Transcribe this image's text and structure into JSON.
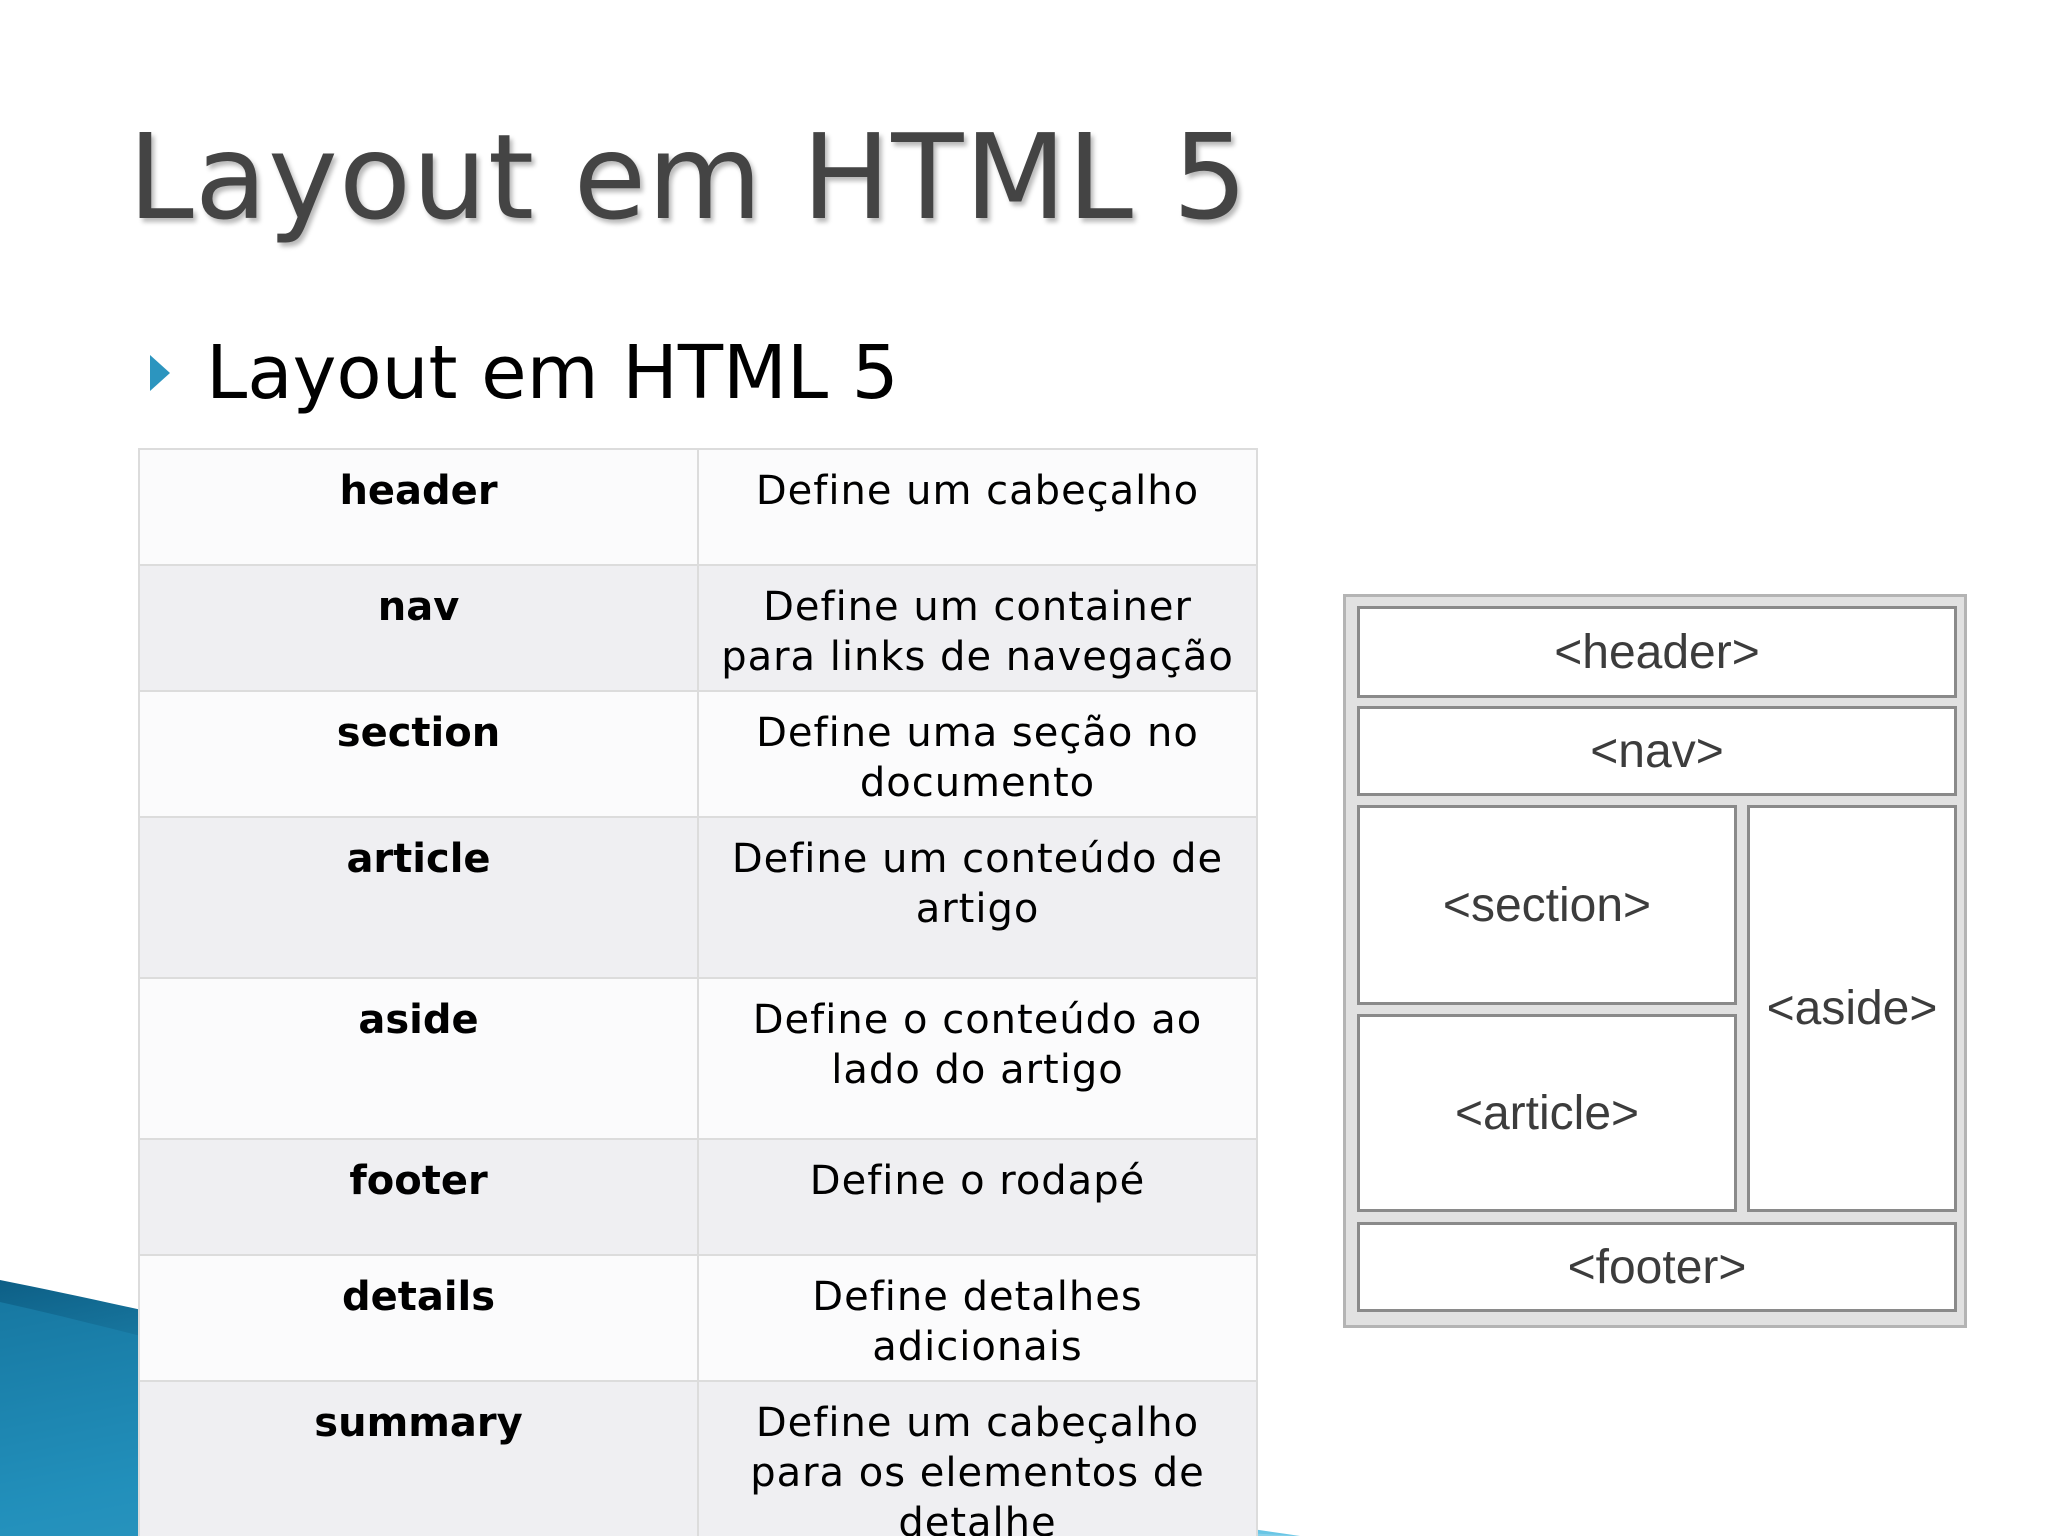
{
  "slide": {
    "title": "Layout em HTML 5",
    "bullet": "Layout em HTML 5",
    "colors": {
      "title_text": "#444444",
      "bullet_icon": "#2c95bf",
      "swoosh_blue": "#1f7fa6",
      "swoosh_dark": "#0a0a0a"
    }
  },
  "table": {
    "rows": [
      {
        "tag": "header",
        "description": "Define um cabeçalho"
      },
      {
        "tag": "nav",
        "description": "Define um container para links de navegação"
      },
      {
        "tag": "section",
        "description": "Define uma seção no documento"
      },
      {
        "tag": "article",
        "description": "Define um conteúdo de artigo"
      },
      {
        "tag": "aside",
        "description": "Define o conteúdo ao lado do artigo"
      },
      {
        "tag": "footer",
        "description": "Define o rodapé"
      },
      {
        "tag": "details",
        "description": "Define detalhes adicionais"
      },
      {
        "tag": "summary",
        "description": "Define um cabeçalho para os elementos de detalhe"
      }
    ]
  },
  "diagram": {
    "header": "<header>",
    "nav": "<nav>",
    "section": "<section>",
    "article": "<article>",
    "aside": "<aside>",
    "footer": "<footer>"
  }
}
